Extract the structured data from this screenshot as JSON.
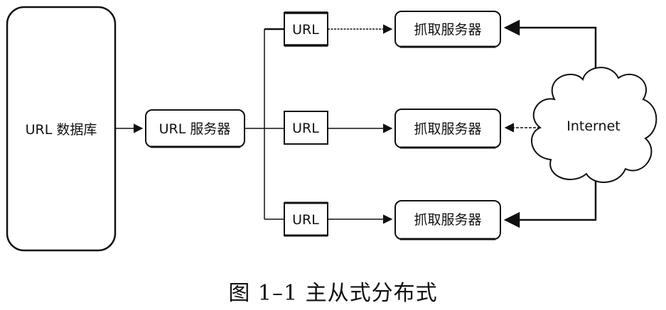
{
  "diagram": {
    "database": {
      "label": "URL 数据库"
    },
    "url_server": {
      "label": "URL 服务器"
    },
    "url_queues": [
      {
        "label": "URL"
      },
      {
        "label": "URL"
      },
      {
        "label": "URL"
      }
    ],
    "crawlers": [
      {
        "label": "抓取服务器"
      },
      {
        "label": "抓取服务器"
      },
      {
        "label": "抓取服务器"
      }
    ],
    "internet": {
      "label": "Internet"
    }
  },
  "caption": "图 1–1 主从式分布式"
}
